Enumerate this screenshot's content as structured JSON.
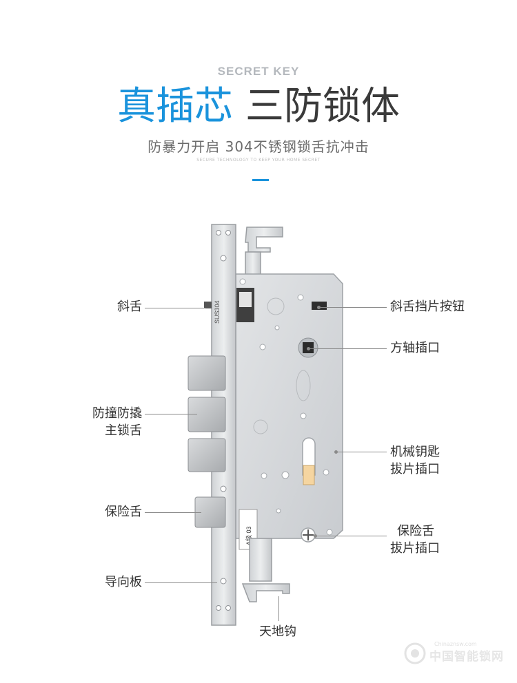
{
  "header": {
    "eyebrow": "SECRET KEY",
    "title_blue": "真插芯",
    "title_dark": "三防锁体",
    "subtitle": "防暴力开启 304不锈钢锁舌抗冲击",
    "fineprint": "SECURE TECHNOLOGY TO KEEP YOUR HOME SECRET"
  },
  "lock": {
    "faceplate_mark": "SUS304",
    "label_plate_line1": "A级 03"
  },
  "labels": {
    "latch_bolt": "斜舌",
    "main_bolts_line1": "防撞防撬",
    "main_bolts_line2": "主锁舌",
    "safety_bolt": "保险舌",
    "guide_plate": "导向板",
    "latch_button": "斜舌挡片按钮",
    "spindle_hole": "方轴插口",
    "key_slot_line1": "机械钥匙",
    "key_slot_line2": "拔片插口",
    "safety_slot_line1": "保险舌",
    "safety_slot_line2": "拔片插口",
    "hook": "天地钩"
  },
  "watermark": {
    "text": "中国智能锁网",
    "url": "Chinaznsw.com"
  },
  "colors": {
    "accent": "#1a93dc",
    "text_dark": "#3a3a3a"
  }
}
